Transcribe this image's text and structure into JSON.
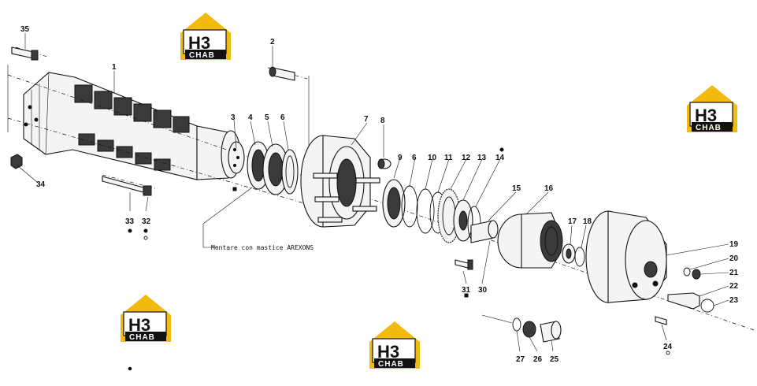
{
  "logo": {
    "letters": "H3",
    "brand": "CHAB",
    "colors": {
      "yellow": "#f2b90f",
      "dark": "#111111",
      "white": "#ffffff"
    }
  },
  "note": "Montare con mastice AREXONS",
  "callouts": {
    "n1": "1",
    "n2": "2",
    "n3": "3",
    "n4": "4",
    "n5": "5",
    "n6a": "6",
    "n6b": "6",
    "n7": "7",
    "n8": "8",
    "n9": "9",
    "n10": "10",
    "n11": "11",
    "n12": "12",
    "n13": "13",
    "n14": "14",
    "n15": "15",
    "n16": "16",
    "n17": "17",
    "n18": "18",
    "n19": "19",
    "n20": "20",
    "n21": "21",
    "n22": "22",
    "n23": "23",
    "n24": "24",
    "n25": "25",
    "n26": "26",
    "n27": "27",
    "n30": "30",
    "n31": "31",
    "n32": "32",
    "n33": "33",
    "n34": "34",
    "n35": "35"
  }
}
